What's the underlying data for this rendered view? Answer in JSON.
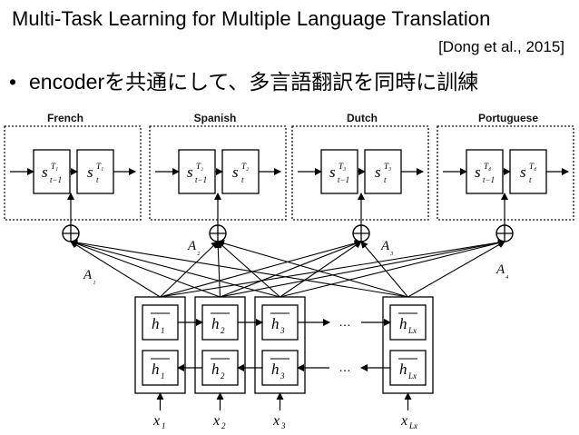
{
  "slide": {
    "title": "Multi-Task Learning for Multiple Language Translation",
    "citation": "[Dong et al., 2015]",
    "bullet": "encoderを共通にして、多言語翻訳を同時に訓練"
  },
  "diagram": {
    "decoders": [
      {
        "label": "French",
        "state_super": "T₁"
      },
      {
        "label": "Spanish",
        "state_super": "T₂"
      },
      {
        "label": "Dutch",
        "state_super": "T₃"
      },
      {
        "label": "Portuguese",
        "state_super": "T₄"
      }
    ],
    "state_prev_sub": "t−1",
    "state_cur_sub": "t",
    "state_symbol": "s",
    "attention_labels": [
      "A₁",
      "A₂",
      "A₃",
      "A₄"
    ],
    "encoder_hidden": [
      "h₁",
      "h₂",
      "h₃",
      "hₗₓ"
    ],
    "hidden_symbol": "h",
    "hidden_subs": [
      "1",
      "2",
      "3",
      "Lx"
    ],
    "ellipsis": "…",
    "inputs_symbol": "x",
    "input_subs": [
      "1",
      "2",
      "3",
      "Lx"
    ],
    "combine_symbol": "⊕"
  }
}
